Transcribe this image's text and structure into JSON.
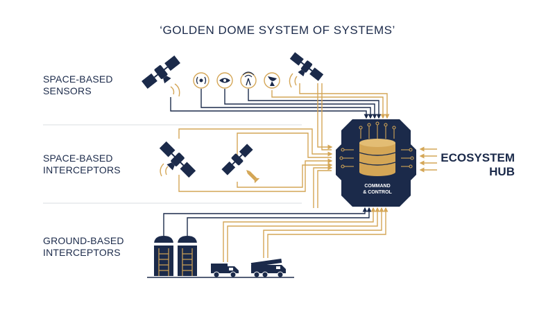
{
  "title": "‘GOLDEN DOME SYSTEM OF SYSTEMS’",
  "rows": [
    {
      "line1": "SPACE-BASED",
      "line2": "SENSORS"
    },
    {
      "line1": "SPACE-BASED",
      "line2": "INTERCEPTORS"
    },
    {
      "line1": "GROUND-BASED",
      "line2": "INTERCEPTORS"
    }
  ],
  "hub": {
    "line1": "ECOSYSTEM",
    "line2": "HUB"
  },
  "core": {
    "line1": "COMMAND",
    "line2": "& CONTROL"
  },
  "colors": {
    "navy": "#1b2a4a",
    "gold": "#d4a656"
  },
  "icons": [
    "satellite-icon",
    "signal-icon",
    "eye-icon",
    "antenna-icon",
    "radar-dish-icon",
    "interceptor-satellite-icon",
    "missile-icon",
    "silo-icon",
    "launcher-truck-icon",
    "data-storage-icon"
  ]
}
